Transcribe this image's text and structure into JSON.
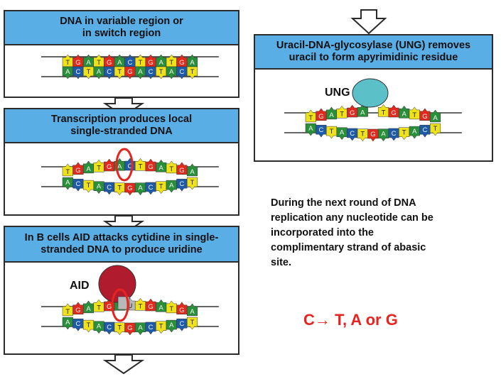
{
  "panels": {
    "p1": {
      "title_lines": [
        "DNA in variable region or",
        "in switch region"
      ]
    },
    "p2": {
      "title_lines": [
        "Transcription produces local",
        "single-stranded DNA"
      ]
    },
    "p3": {
      "title_lines": [
        "In B cells AID attacks cytidine in single-",
        "stranded DNA to produce uridine"
      ],
      "enzyme": "AID"
    },
    "p4": {
      "title_lines": [
        "Uracil-DNA-glycosylase (UNG) removes",
        "uracil to form apyrimidinic residue"
      ],
      "enzyme": "UNG"
    }
  },
  "dna": {
    "top_strand": [
      "T",
      "G",
      "A",
      "T",
      "G",
      "A",
      "C",
      "T",
      "G",
      "A",
      "T",
      "G",
      "A"
    ],
    "bottom_strand": [
      "A",
      "C",
      "T",
      "A",
      "C",
      "T",
      "G",
      "A",
      "C",
      "T",
      "A",
      "C",
      "T"
    ],
    "uracil": "U"
  },
  "note_lines": [
    "During the next round of DNA",
    "replication any nucleotide can be",
    "incorporated into the",
    "complimentary strand of abasic",
    "site."
  ],
  "mutation_text": "C→ T, A or G",
  "colors": {
    "header_bg": "#5aaee6",
    "A": "#2a8f3a",
    "T": "#f0e21a",
    "G": "#e02a1e",
    "C": "#1d5aa8",
    "U": "#b8b8b8",
    "enzyme_AID": "#b01c2e",
    "enzyme_UNG": "#5cc0c8",
    "highlight": "#e8231f",
    "mutation": "#e8231f"
  }
}
